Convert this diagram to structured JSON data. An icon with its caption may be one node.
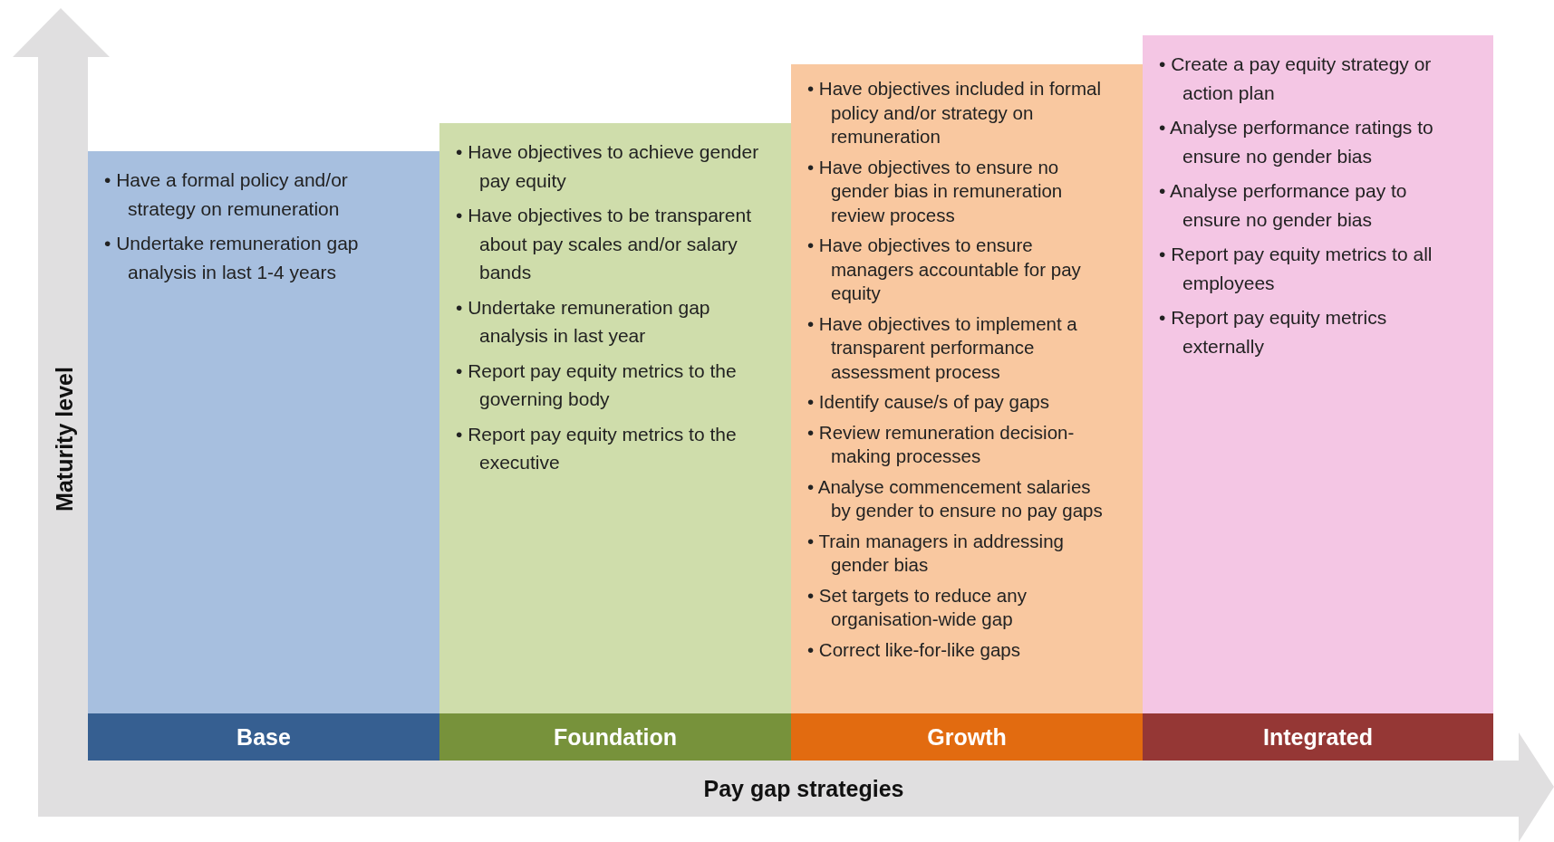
{
  "diagram": {
    "nodes": [
      {
        "text": [
          "• Have a formal policy and/or strategy on remuneration",
          "• Undertake remuneration gap analysis in last 1-4 years"
        ]
      },
      {
        "text": [
          "Base"
        ]
      },
      {
        "text": [
          "• Have objectives to achieve gender pay equity",
          "• Have objectives to be transparent about pay scales and/or salary bands",
          "• Undertake remuneration gap analysis in last year",
          "• Report pay equity metrics to the governing body",
          "• Report pay equity metrics to the executive"
        ]
      },
      {
        "text": [
          "Foundation"
        ]
      },
      {
        "text": [
          "• Have objectives included in formal policy and/or strategy on remuneration",
          "• Have objectives to ensure no gender bias in remuneration review process",
          "• Have objectives to ensure managers accountable for pay equity",
          "• Have objectives to implement a transparent performance assessment process",
          "• Identify cause/s of pay gaps",
          "• Review remuneration decision-making processes",
          "• Analyse commencement salaries by gender to ensure no pay gaps",
          "• Train managers in addressing gender bias",
          "• Set targets to reduce any organisation-wide gap",
          "• Correct like-for-like gaps"
        ]
      },
      {
        "text": [
          "Growth"
        ]
      },
      {
        "text": [
          "• Create a pay equity strategy or action plan",
          "• Analyse performance ratings to ensure no gender bias",
          "• Analyse performance pay to ensure no gender bias",
          "• Report pay equity metrics to all employees",
          "• Report pay equity metrics externally"
        ]
      },
      {
        "text": [
          "Integrated"
        ]
      }
    ],
    "labels": [
      "Maturity level",
      "Pay gap strategies"
    ]
  }
}
